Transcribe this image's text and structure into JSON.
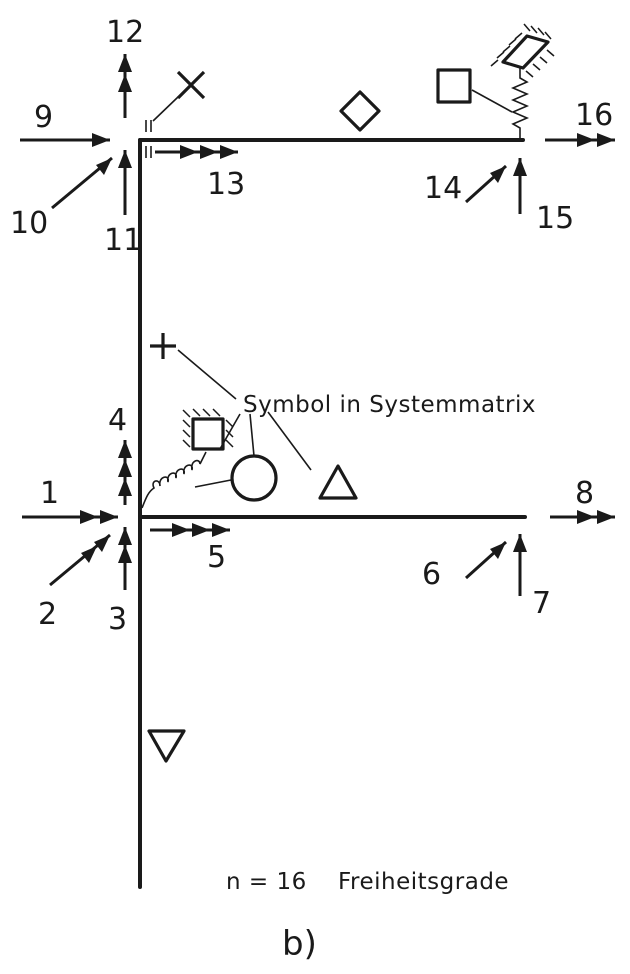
{
  "dof_labels": [
    "1",
    "2",
    "3",
    "4",
    "5",
    "6",
    "7",
    "8",
    "9",
    "10",
    "11",
    "12",
    "13",
    "14",
    "15",
    "16"
  ],
  "annotation": "Symbol in Systemmatrix",
  "footer": {
    "n_part": "n = 16",
    "dof_word": "Freiheitsgrade"
  },
  "subfigure": "b)"
}
